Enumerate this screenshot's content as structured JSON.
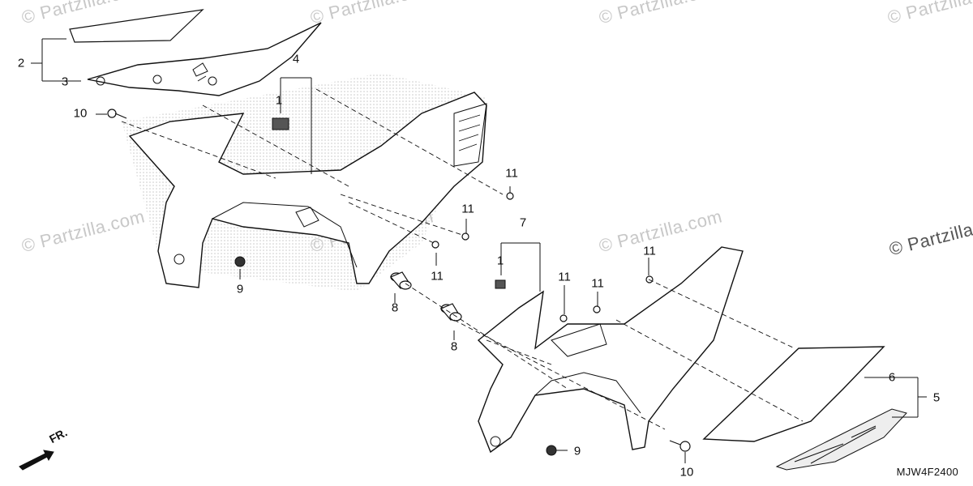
{
  "watermark": "© Partzilla.com",
  "diagram_code": "MJW4F2400",
  "front_label": "FR.",
  "callouts": {
    "c1a": "1",
    "c1b": "1",
    "c2": "2",
    "c3": "3",
    "c4": "4",
    "c5": "5",
    "c6": "6",
    "c7": "7",
    "c8a": "8",
    "c8b": "8",
    "c9a": "9",
    "c9b": "9",
    "c10a": "10",
    "c10b": "10",
    "c11a": "11",
    "c11b": "11",
    "c11c": "11",
    "c11d": "11",
    "c11e": "11",
    "c11f": "11"
  },
  "colors": {
    "line": "#111111",
    "stipple": "#d0d0d0",
    "watermark": "#c8c8c8"
  }
}
